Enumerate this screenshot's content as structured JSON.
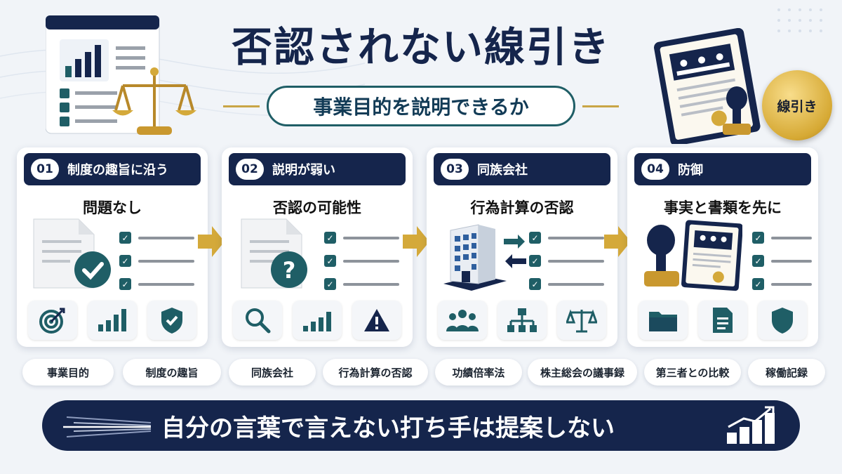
{
  "header": {
    "title": "否認されない線引き",
    "subtitle": "事業目的を説明できるか",
    "seal_label": "線引き"
  },
  "steps": [
    {
      "number": "01",
      "title": "制度の趣旨に沿う",
      "subtitle": "問題なし",
      "icons": [
        "target-icon",
        "bar-chart-icon",
        "shield-check-icon"
      ]
    },
    {
      "number": "02",
      "title": "説明が弱い",
      "subtitle": "否認の可能性",
      "icons": [
        "magnifier-icon",
        "bar-chart-icon",
        "warning-icon"
      ]
    },
    {
      "number": "03",
      "title": "同族会社",
      "subtitle": "行為計算の否認",
      "icons": [
        "people-icon",
        "org-chart-icon",
        "scale-icon"
      ]
    },
    {
      "number": "04",
      "title": "防御",
      "subtitle": "事実と書類を先に",
      "icons": [
        "folder-icon",
        "document-icon",
        "shield-icon"
      ]
    }
  ],
  "tags": [
    "事業目的",
    "制度の趣旨",
    "同族会社",
    "行為計算の否認",
    "功績倍率法",
    "株主総会の議事録",
    "第三者との比較",
    "稼働記録"
  ],
  "banner": {
    "text": "自分の言葉で言えない打ち手は提案しない"
  },
  "colors": {
    "navy": "#15254c",
    "teal": "#1f5e66",
    "gold": "#c9a546",
    "background": "#f1f4f8"
  }
}
